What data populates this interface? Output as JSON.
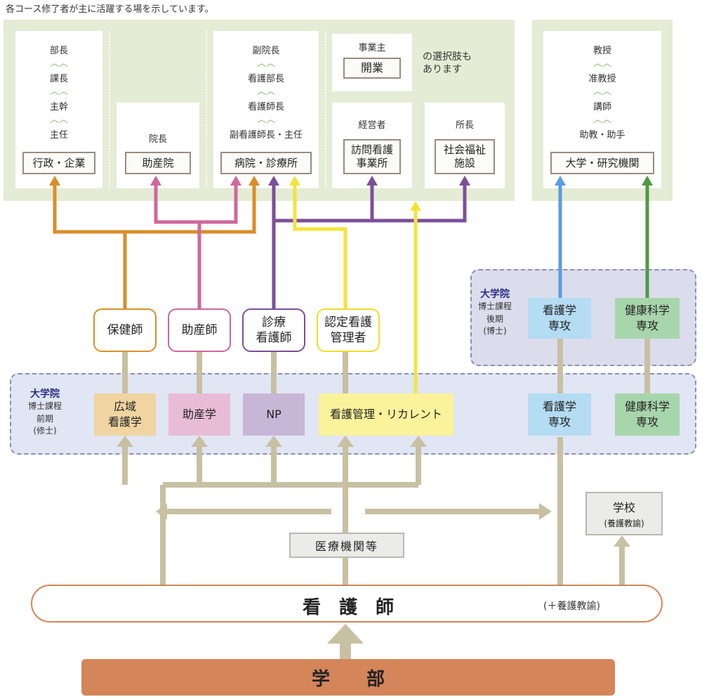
{
  "caption": "各コース修了者が主に活躍する場を示しています。",
  "careers": {
    "gyosei": {
      "titles": [
        "部長",
        "課長",
        "主幹",
        "主任"
      ],
      "label": "行政・企業"
    },
    "josanin": {
      "titles": [
        "院長"
      ],
      "label": "助産院"
    },
    "byoin": {
      "titles": [
        "副院長",
        "看護部長",
        "看護師長",
        "副看護師長・主任"
      ],
      "label": "病院・診療所"
    },
    "kaigyo": {
      "title": "事業主",
      "label": "開業",
      "note_line1": "の選択肢も",
      "note_line2": "あります"
    },
    "houmon": {
      "title": "経営者",
      "label_line1": "訪問看護",
      "label_line2": "事業所"
    },
    "shakai": {
      "title": "所長",
      "label_line1": "社会福祉",
      "label_line2": "施設"
    },
    "daigaku": {
      "titles": [
        "教授",
        "准教授",
        "講師",
        "助教・助手"
      ],
      "label": "大学・研究機関"
    }
  },
  "chevron": "︿︿",
  "qualifications": {
    "hokenshi": "保健師",
    "josanshi": "助産師",
    "shinryo_line1": "診療",
    "shinryo_line2": "看護師",
    "nintei_line1": "認定看護",
    "nintei_line2": "管理者"
  },
  "doctoral": {
    "head": "大学院",
    "sub": [
      "博士課程",
      "後期",
      "(博士)"
    ]
  },
  "master": {
    "head": "大学院",
    "sub": [
      "博士課程",
      "前期",
      "(修士)"
    ]
  },
  "courses": {
    "kouiki_line1": "広域",
    "kouiki_line2": "看護学",
    "josangaku": "助産学",
    "np": "NP",
    "kanri": "看護管理・リカレント",
    "kango_line1": "看護学",
    "kango_line2": "専攻",
    "kenko_line1": "健康科学",
    "kenko_line2": "専攻"
  },
  "iryo": "医療機関等",
  "gakko": {
    "line1": "学校",
    "line2": "(養護教諭)"
  },
  "kangoshi": {
    "label": "看　護　師",
    "sub": "(＋養護教諭)"
  },
  "gakubu": "学　　部",
  "colors": {
    "orange": "#d98e2a",
    "pink": "#d0679c",
    "purple": "#7b4f9a",
    "yellow": "#f4e43a",
    "blue": "#5a9ce0",
    "green": "#4e9a45",
    "tan": "#c8c0a2",
    "panel": "#e4ecd5",
    "gakubu": "#d4855a"
  }
}
